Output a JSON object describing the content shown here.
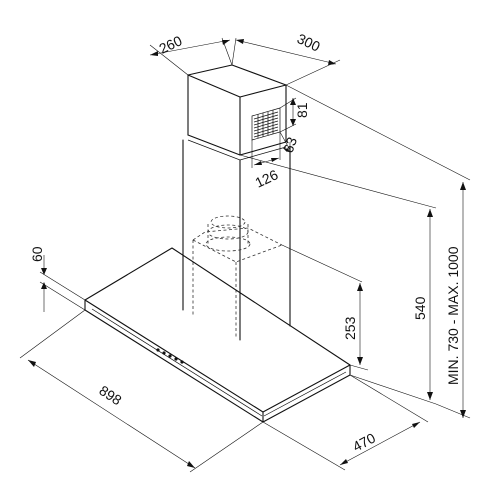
{
  "dimensions": {
    "chimney_depth": "260",
    "chimney_width": "300",
    "vent_height": "81",
    "vent_offset": "63",
    "vent_width": "126",
    "canopy_thickness": "60",
    "body_height": "253",
    "chimney_lower_height": "540",
    "total_height": "MIN. 730 - MAX. 1000",
    "hood_width": "898",
    "hood_depth": "470"
  }
}
